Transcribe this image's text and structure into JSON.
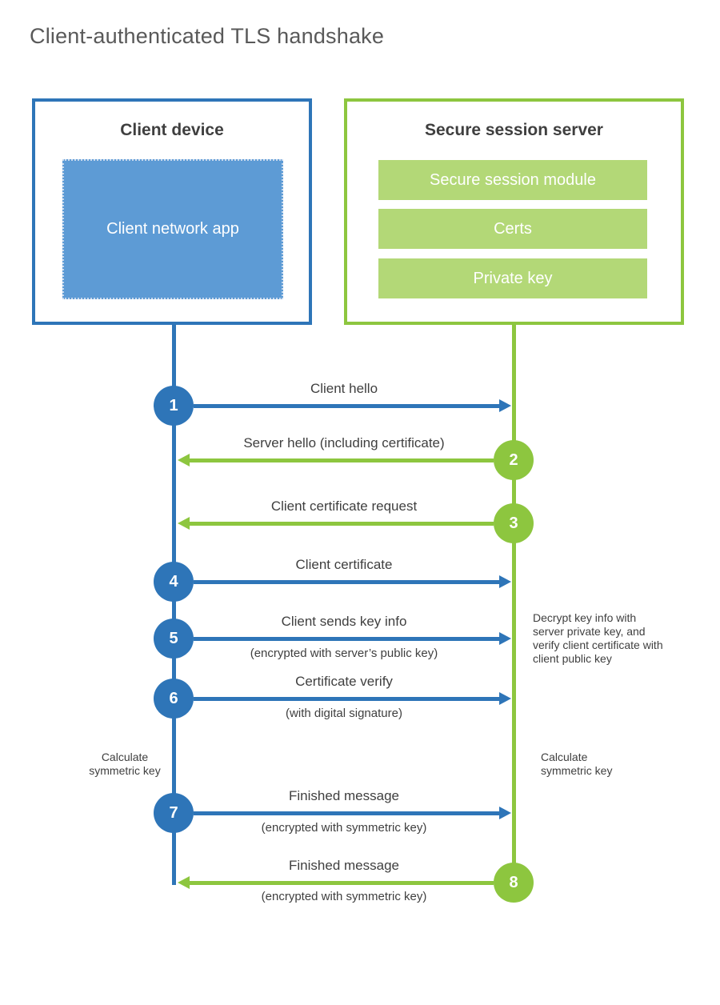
{
  "title": "Client-authenticated TLS handshake",
  "client": {
    "title": "Client device",
    "app_label": "Client network app"
  },
  "server": {
    "title": "Secure session server",
    "modules": [
      "Secure session module",
      "Certs",
      "Private key"
    ]
  },
  "steps": [
    {
      "number": "1",
      "label": "Client hello",
      "sublabel": "",
      "from": "client",
      "to": "server"
    },
    {
      "number": "2",
      "label": "Server hello (including certificate)",
      "sublabel": "",
      "from": "server",
      "to": "client"
    },
    {
      "number": "3",
      "label": "Client certificate request",
      "sublabel": "",
      "from": "server",
      "to": "client"
    },
    {
      "number": "4",
      "label": "Client certificate",
      "sublabel": "",
      "from": "client",
      "to": "server"
    },
    {
      "number": "5",
      "label": "Client sends key info",
      "sublabel": "(encrypted with server’s public key)",
      "from": "client",
      "to": "server"
    },
    {
      "number": "6",
      "label": "Certificate verify",
      "sublabel": "(with digital signature)",
      "from": "client",
      "to": "server"
    },
    {
      "number": "7",
      "label": "Finished message",
      "sublabel": "(encrypted with symmetric key)",
      "from": "client",
      "to": "server"
    },
    {
      "number": "8",
      "label": "Finished message",
      "sublabel": "(encrypted with symmetric key)",
      "from": "server",
      "to": "client"
    }
  ],
  "notes": {
    "decrypt": "Decrypt key info with server private key, and verify client certificate with client public key",
    "calc_left": "Calculate symmetric key",
    "calc_right": "Calculate symmetric key"
  },
  "colors": {
    "blue": "#2e75b8",
    "blue_fill": "#5d9bd5",
    "green": "#8dc63f",
    "green_fill": "#b3d877",
    "text": "#3f3f3f",
    "title_gray": "#595959"
  }
}
